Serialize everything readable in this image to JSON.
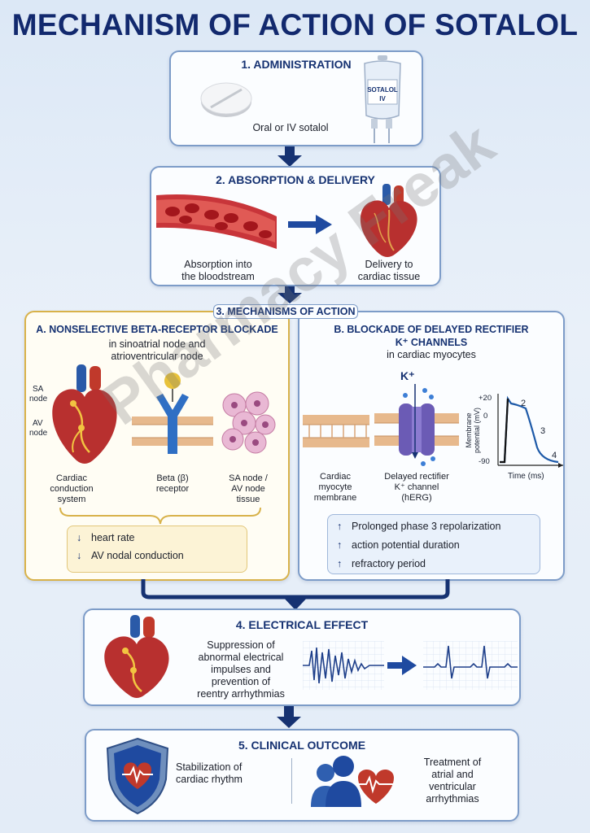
{
  "title": "MECHANISM OF ACTION OF SOTALOL",
  "step1": {
    "header": "1. ADMINISTRATION",
    "caption": "Oral or IV sotalol",
    "iv_label_1": "SOTALOL",
    "iv_label_2": "IV"
  },
  "step2": {
    "header": "2. ABSORPTION & DELIVERY",
    "left_caption_1": "Absorption into",
    "left_caption_2": "the bloodstream",
    "right_caption_1": "Delivery to",
    "right_caption_2": "cardiac tissue"
  },
  "step3": {
    "header": "3. MECHANISMS OF ACTION",
    "a": {
      "title": "A. NONSELECTIVE BETA-RECEPTOR BLOCKADE",
      "sub_1": "in sinoatrial node and",
      "sub_2": "atrioventricular node",
      "sa_label_1": "SA",
      "sa_label_2": "node",
      "av_label_1": "AV",
      "av_label_2": "node",
      "cap_heart_1": "Cardiac",
      "cap_heart_2": "conduction",
      "cap_heart_3": "system",
      "cap_receptor_1": "Beta (β)",
      "cap_receptor_2": "receptor",
      "cap_tissue_1": "SA node /",
      "cap_tissue_2": "AV node",
      "cap_tissue_3": "tissue",
      "effects": [
        {
          "arrow": "↓",
          "text": "heart rate"
        },
        {
          "arrow": "↓",
          "text": "AV nodal conduction"
        }
      ]
    },
    "b": {
      "title_1": "B. BLOCKADE OF DELAYED RECTIFIER",
      "title_2": "K⁺ CHANNELS",
      "sub": "in cardiac myocytes",
      "ion": "K⁺",
      "cap_membrane_1": "Cardiac",
      "cap_membrane_2": "myocyte",
      "cap_membrane_3": "membrane",
      "cap_channel_1": "Delayed rectifier",
      "cap_channel_2": "K⁺ channel",
      "cap_channel_3": "(hERG)",
      "graph": {
        "y_title_1": "Membrane",
        "y_title_2": "potential (mV)",
        "x_title": "Time (ms)",
        "tick_top": "+20",
        "tick_mid": "0",
        "tick_bot": "-90",
        "phase_2": "2",
        "phase_3": "3",
        "phase_4": "4"
      },
      "effects": [
        {
          "arrow": "↑",
          "text": "Prolonged phase 3 repolarization"
        },
        {
          "arrow": "↑",
          "text": "action potential duration"
        },
        {
          "arrow": "↑",
          "text": "refractory period"
        }
      ]
    }
  },
  "step4": {
    "header": "4. ELECTRICAL EFFECT",
    "lines": [
      "Suppression of",
      "abnormal electrical",
      "impulses and",
      "prevention of",
      "reentry arrhythmias"
    ]
  },
  "step5": {
    "header": "5. CLINICAL OUTCOME",
    "left_1": "Stabilization of",
    "left_2": "cardiac rhythm",
    "right_1": "Treatment of",
    "right_2": "atrial and",
    "right_3": "ventricular",
    "right_4": "arrhythmias"
  },
  "watermark": "Pharmacy Freak",
  "colors": {
    "navy": "#12296e",
    "box_border": "#7d9cc8",
    "gold": "#d8b24a",
    "blood": "#b3262b"
  }
}
